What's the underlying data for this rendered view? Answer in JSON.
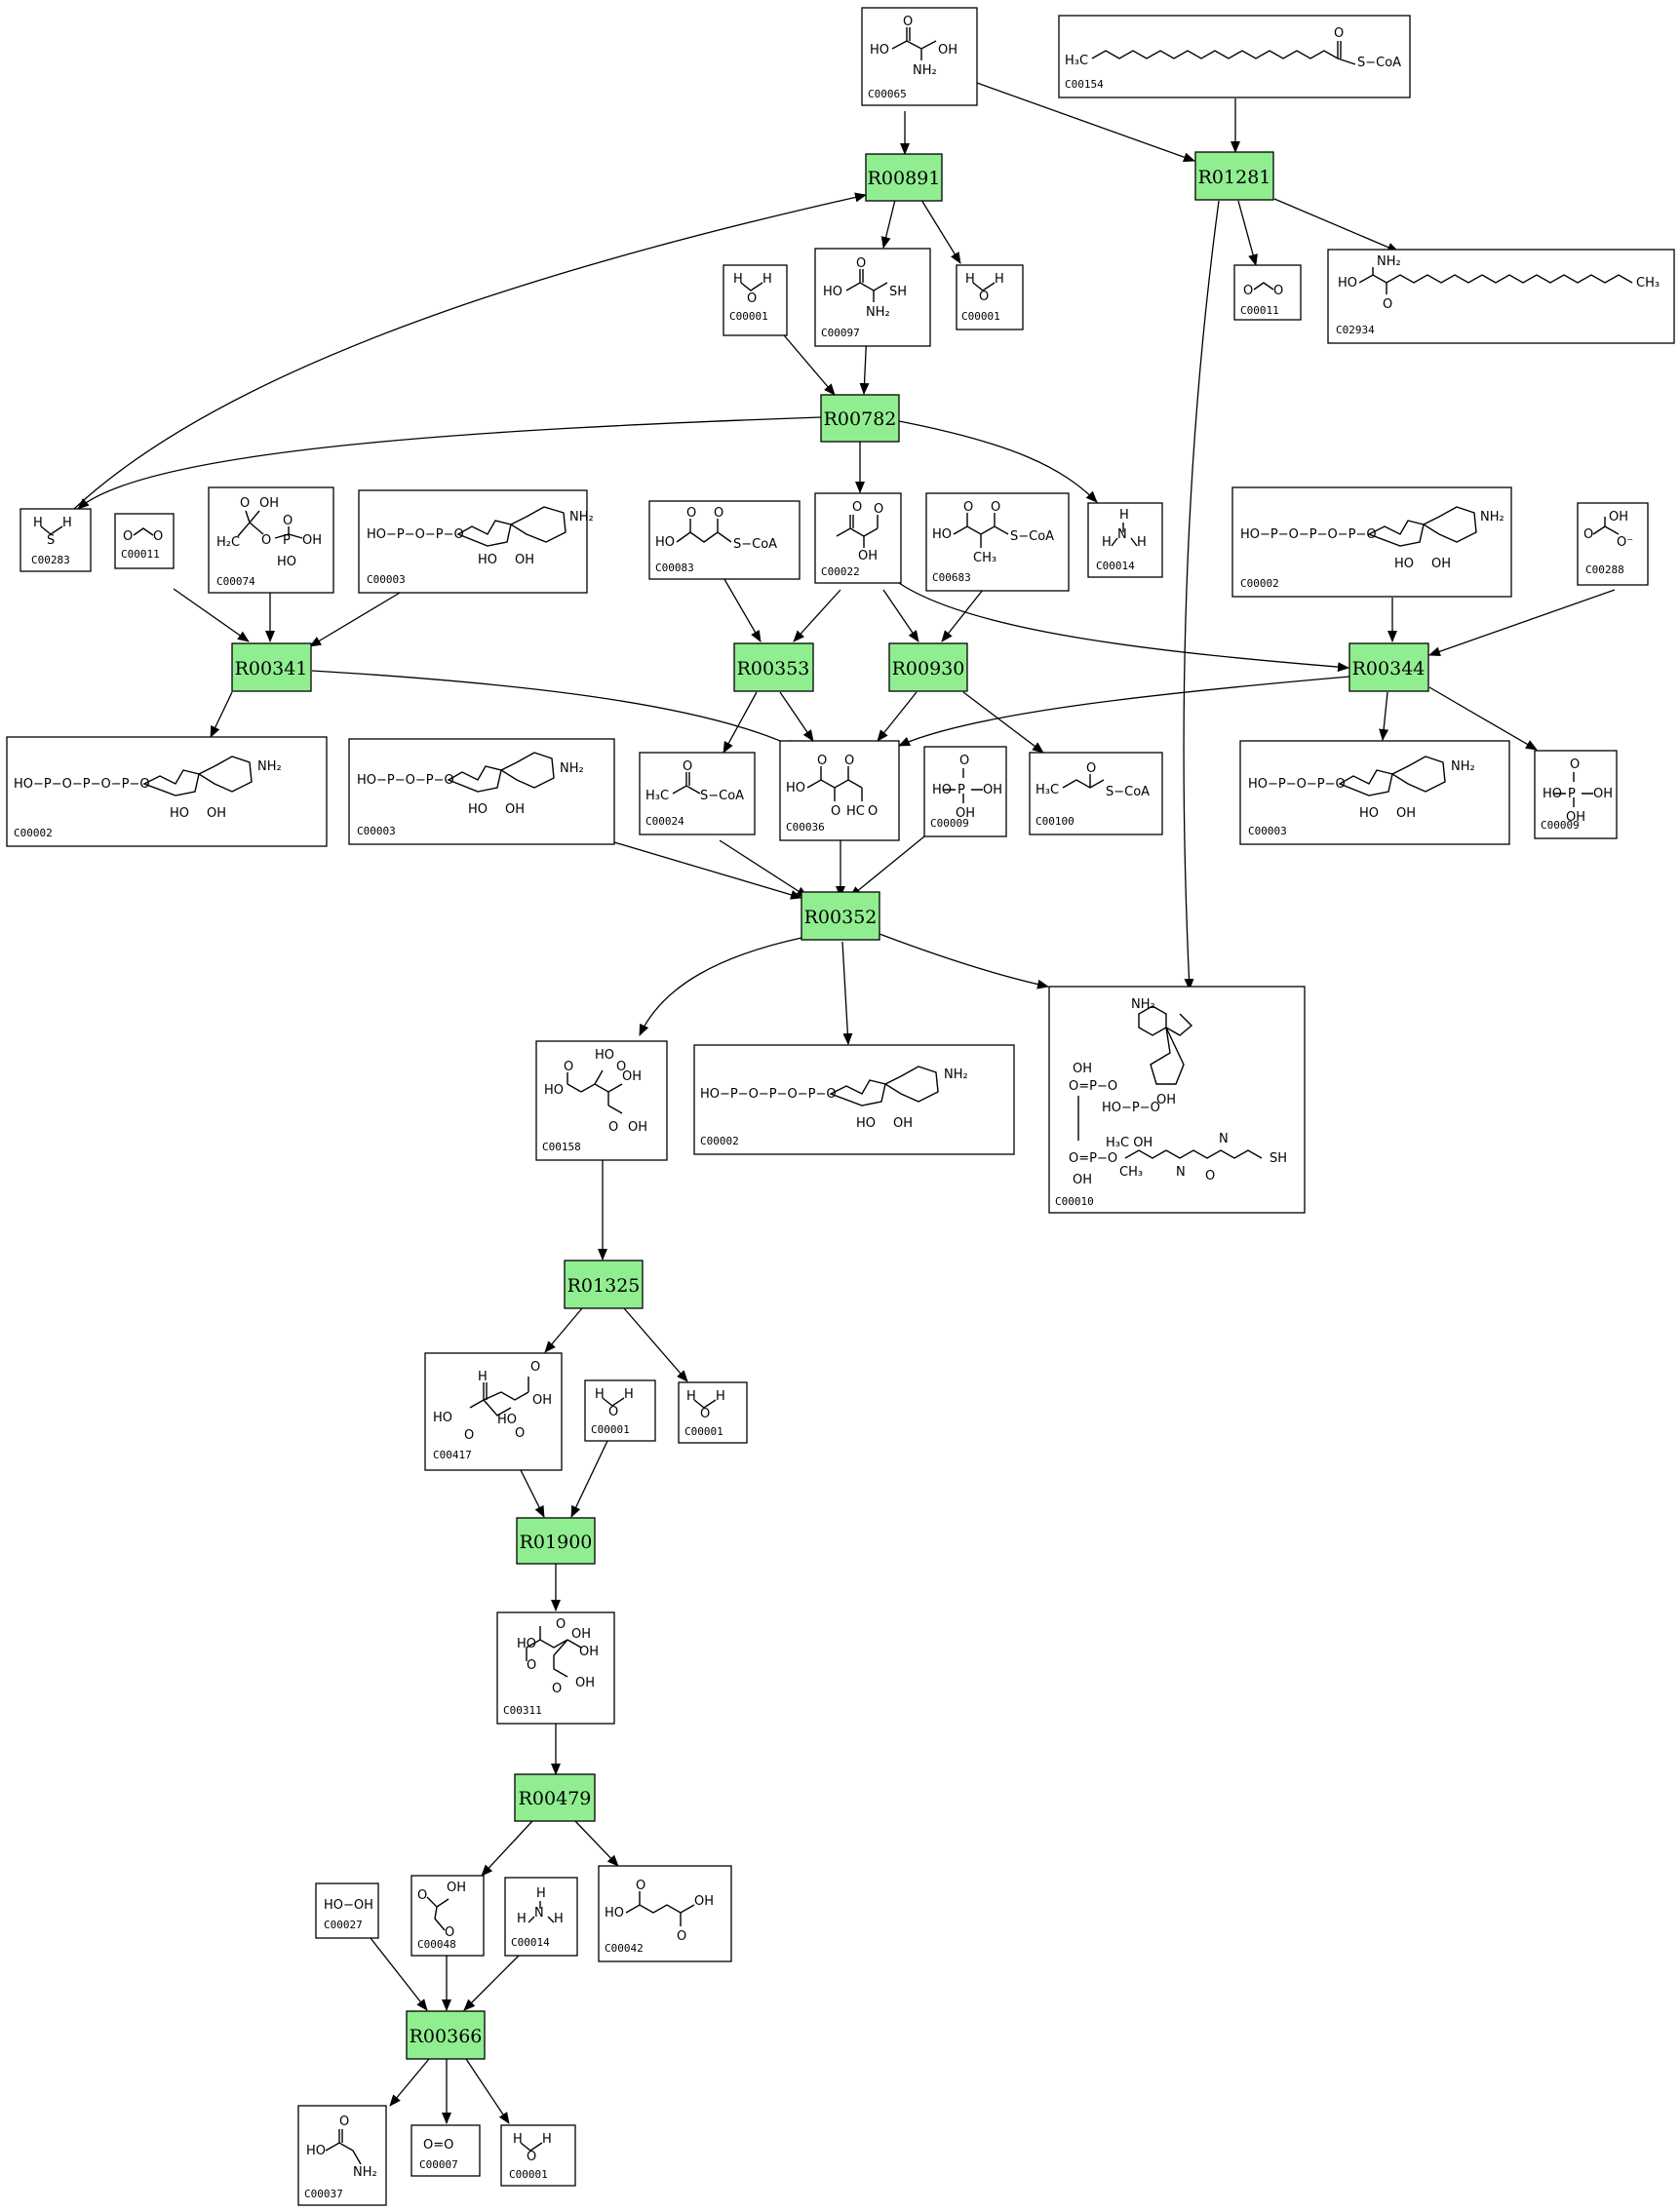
{
  "reactions": {
    "R00891": "R00891",
    "R01281": "R01281",
    "R00782": "R00782",
    "R00341": "R00341",
    "R00353": "R00353",
    "R00930": "R00930",
    "R00344": "R00344",
    "R00352": "R00352",
    "R01325": "R01325",
    "R01900": "R01900",
    "R00479": "R00479",
    "R00366": "R00366"
  },
  "compounds": {
    "c00065": "C00065",
    "c00154": "C00154",
    "c00011a": "C00011",
    "c02934": "C02934",
    "c00001a": "C00001",
    "c00097": "C00097",
    "c00001b": "C00001",
    "c00283": "C00283",
    "c00011b": "C00011",
    "c00074": "C00074",
    "c00003a": "C00003",
    "c00083": "C00083",
    "c00022": "C00022",
    "c00683": "C00683",
    "c00014a": "C00014",
    "c00002a": "C00002",
    "c00288": "C00288",
    "c00002b": "C00002",
    "c00003b": "C00003",
    "c00024": "C00024",
    "c00036": "C00036",
    "c00009a": "C00009",
    "c00100": "C00100",
    "c00003c": "C00003",
    "c00009b": "C00009",
    "c00158": "C00158",
    "c00002c": "C00002",
    "c00010": "C00010",
    "c00417": "C00417",
    "c00001c": "C00001",
    "c00001d": "C00001",
    "c00311": "C00311",
    "c00042": "C00042",
    "c00027": "C00027",
    "c00048": "C00048",
    "c00014b": "C00014",
    "c00037": "C00037",
    "c00007": "C00007",
    "c00001e": "C00001"
  },
  "formulas": {
    "c00154": "S−CoA",
    "c00154_ch3": "H₃C",
    "c00083": "S−CoA",
    "c00683": "S−CoA",
    "c00024": "S−CoA",
    "c00100": "S−CoA",
    "c00027": "HO−OH",
    "c00007": "O=O",
    "c00014a": "H",
    "c00014b": "H",
    "c00010_sh": "SH",
    "c00010_nh2": "NH₂",
    "atp_nh2": "NH₂",
    "c02934_nh2": "NH₂",
    "c02934_ch3": "CH₃"
  }
}
